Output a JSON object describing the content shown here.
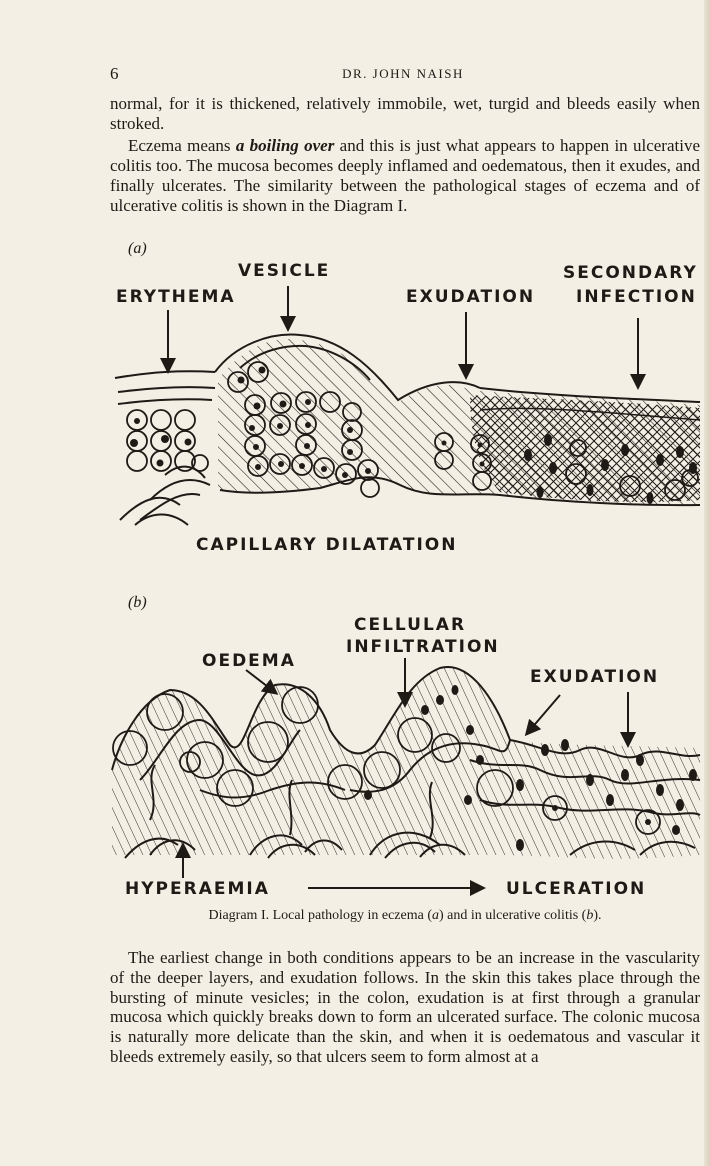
{
  "header": {
    "page_number": "6",
    "running_head": "DR. JOHN NAISH"
  },
  "body_text": {
    "para1": "normal, for it is thickened, relatively immobile, wet, turgid and bleeds easily when stroked.",
    "para2_pre": "Eczema means ",
    "para2_emph": "a boiling over",
    "para2_post": " and this is just what appears to happen in ulcerative colitis too. The mucosa becomes deeply inflamed and oedematous, then it exudes, and finally ulcerates. The similarity between the pathological stages of eczema and of ulcerative colitis is shown in the Diagram I.",
    "para3": "The earliest change in both conditions appears to be an increase in the vascularity of the deeper layers, and exudation follows. In the skin this takes place through the bursting of minute vesicles; in the colon, exudation is at first through a granular mucosa which quickly breaks down to form an ulcerated surface. The colonic mucosa is naturally more delicate than the skin, and when it is oedematous and vascular it bleeds extremely easily, so that ulcers seem to form almost at a"
  },
  "diagram_a": {
    "panel_label": "(a)",
    "labels": {
      "vesicle": "VESICLE",
      "erythema": "ERYTHEMA",
      "exudation": "EXUDATION",
      "secondary": "SECONDARY",
      "infection": "INFECTION",
      "capillary": "CAPILLARY DILATATION"
    }
  },
  "diagram_b": {
    "panel_label": "(b)",
    "labels": {
      "cellular": "CELLULAR",
      "infiltration": "INFILTRATION",
      "oedema": "OEDEMA",
      "exudation": "EXUDATION",
      "hyperaemia": "HYPERAEMIA",
      "ulceration": "ULCERATION"
    }
  },
  "caption": {
    "label": "Diagram I.",
    "text_pre": "Local pathology in eczema (",
    "a": "a",
    "text_mid": ") and in ulcerative colitis (",
    "b": "b",
    "text_post": ")."
  },
  "colors": {
    "paper": "#f3efe4",
    "ink": "#1e1b17"
  }
}
